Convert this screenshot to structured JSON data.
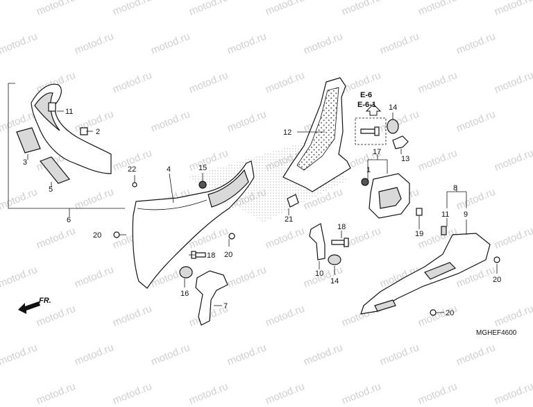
{
  "watermark": "motod.ru",
  "diagram_code": "MGHEF4600",
  "front_arrow_label": "FR.",
  "reference_labels": [
    "E-6",
    "E-6-1"
  ],
  "callouts": {
    "c1": "1",
    "c2": "2",
    "c3": "3",
    "c4": "4",
    "c5": "5",
    "c6": "6",
    "c7": "7",
    "c8": "8",
    "c9": "9",
    "c10": "10",
    "c11a": "11",
    "c11b": "11",
    "c12": "12",
    "c13": "13",
    "c14a": "14",
    "c14b": "14",
    "c15": "15",
    "c16": "16",
    "c17": "17",
    "c18a": "18",
    "c18b": "18",
    "c19": "19",
    "c20a": "20",
    "c20b": "20",
    "c20c": "20",
    "c20d": "20",
    "c21": "21",
    "c22": "22"
  }
}
